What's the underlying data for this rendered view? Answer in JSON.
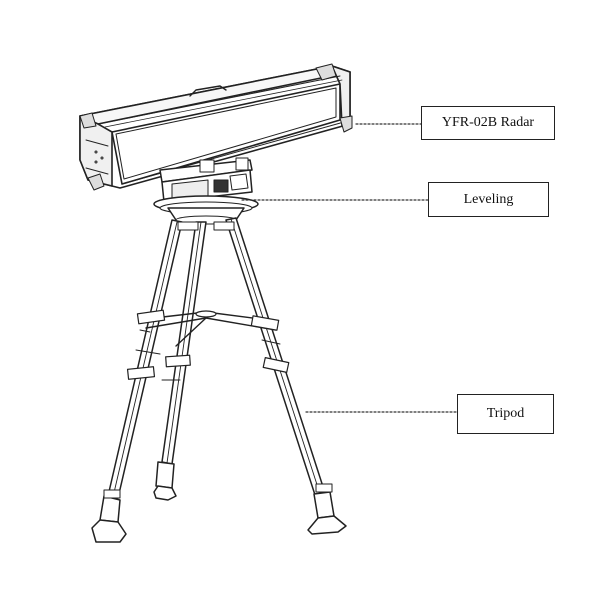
{
  "labels": {
    "radar": "YFR-02B Radar",
    "leveling": "Leveling",
    "tripod": "Tripod"
  },
  "colors": {
    "line": "#222222",
    "background": "#ffffff"
  }
}
